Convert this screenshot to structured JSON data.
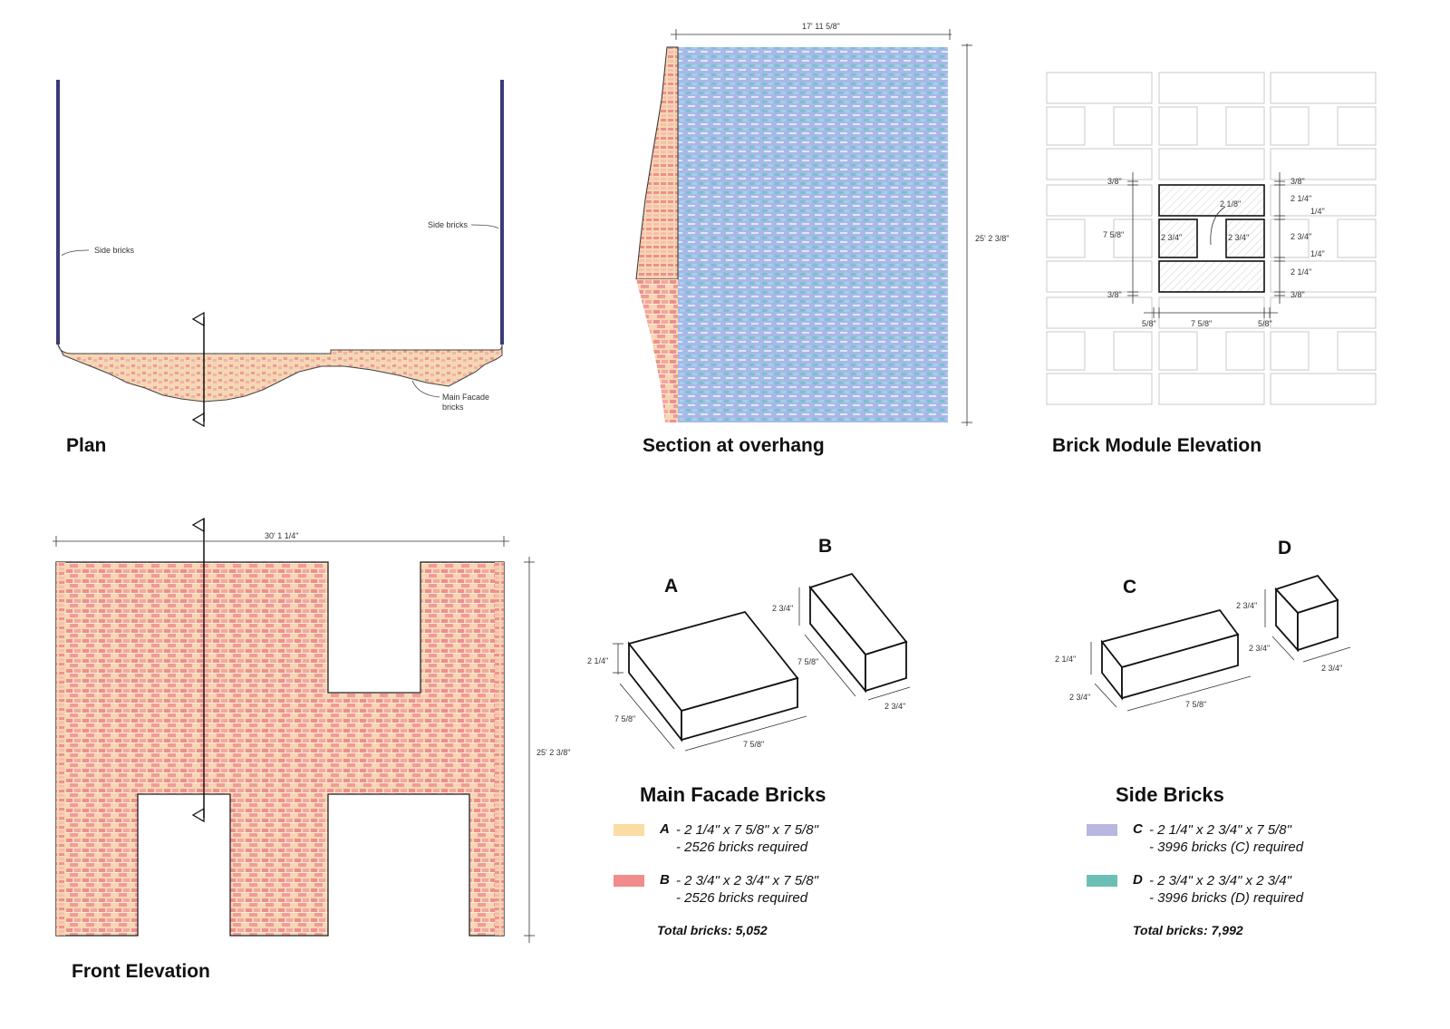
{
  "titles": {
    "plan": "Plan",
    "section": "Section at overhang",
    "module": "Brick Module Elevation",
    "front": "Front Elevation",
    "main_facade": "Main Facade Bricks",
    "side": "Side Bricks"
  },
  "plan_labels": {
    "side_left": "Side bricks",
    "side_right": "Side bricks",
    "main_1": "Main Facade",
    "main_2": "bricks"
  },
  "dimensions": {
    "section_width": "17' 11 5/8\"",
    "section_height": "25' 2 3/8\"",
    "front_width": "30' 1 1/4\"",
    "front_height": "25' 2 3/8\"",
    "module": {
      "top_left": "3/8\"",
      "mid_left": "7 5/8\"",
      "bottom_left": "3/8\"",
      "top_right": "3/8\"",
      "r1": "2 1/4\"",
      "r2": "1/4\"",
      "r3": "2 3/4\"",
      "r4": "1/4\"",
      "r5": "2 1/4\"",
      "bottom_right": "3/8\"",
      "bottom_a": "5/8\"",
      "bottom_b": "7 5/8\"",
      "bottom_c": "5/8\"",
      "inner_top": "2 1/8\"",
      "inner_l": "2 3/4\"",
      "inner_r": "2 3/4\""
    },
    "brick_a": {
      "h": "2 1/4\"",
      "d": "7 5/8\"",
      "w": "7 5/8\""
    },
    "brick_b": {
      "h": "2 3/4\"",
      "d": "7 5/8\"",
      "w": "2 3/4\""
    },
    "brick_c": {
      "h": "2 1/4\"",
      "d": "2 3/4\"",
      "w": "7 5/8\""
    },
    "brick_d": {
      "h": "2 3/4\"",
      "d": "2 3/4\"",
      "w": "2 3/4\""
    }
  },
  "brick_letters": {
    "a": "A",
    "b": "B",
    "c": "C",
    "d": "D"
  },
  "legend": {
    "a": {
      "letter": "A",
      "line1": "- 2 1/4\" x 7 5/8\" x 7 5/8\"",
      "line2": "- 2526 bricks required",
      "color": "#fbdca3"
    },
    "b": {
      "letter": "B",
      "line1": "- 2 3/4\" x 2 3/4\" x 7 5/8\"",
      "line2": "- 2526 bricks required",
      "color": "#f28b8b"
    },
    "c": {
      "letter": "C",
      "line1": "- 2 1/4\" x 2 3/4\" x 7 5/8\"",
      "line2": "- 3996 bricks (C) required",
      "color": "#b9b6e0"
    },
    "d": {
      "letter": "D",
      "line1": "- 2 3/4\" x 2 3/4\" x 2 3/4\"",
      "line2": "- 3996 bricks (D) required",
      "color": "#6bbfb5"
    },
    "total_main": "Total bricks: 5,052",
    "total_side": "Total bricks: 7,992"
  },
  "colors": {
    "facade_base": "#f6d6b4",
    "facade_accent": "#ef8e8e",
    "side_base": "#a9b8e8",
    "side_accent": "#72c5c9",
    "wall": "#3b3b7a"
  }
}
